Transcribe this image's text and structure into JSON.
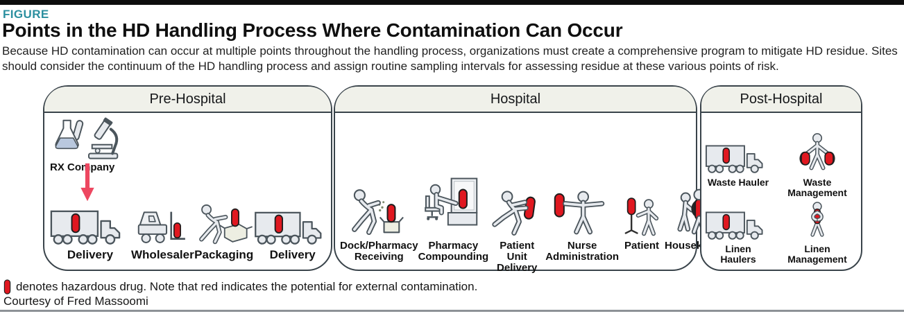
{
  "header": {
    "kicker": "FIGURE",
    "title": "Points in the HD Handling Process Where Contamination Can Occur",
    "description": "Because HD contamination can occur at multiple points throughout the handling process, organizations must create a comprehensive program to mitigate HD residue. Sites should consider the continuum of the HD handling process and assign routine sampling intervals for assessing residue at these various points of risk."
  },
  "panels": [
    {
      "title": "Pre-Hospital",
      "source": {
        "label": "RX Company",
        "icon": "flask-microscope-icon"
      },
      "items": [
        {
          "label": "Delivery",
          "icon": "delivery-truck-icon"
        },
        {
          "label": "Wholesaler",
          "icon": "forklift-icon"
        },
        {
          "label": "Packaging",
          "icon": "packing-box-icon"
        },
        {
          "label": "Delivery",
          "icon": "delivery-truck-icon"
        }
      ]
    },
    {
      "title": "Hospital",
      "items": [
        {
          "label": "Dock/Pharmacy\nReceiving",
          "icon": "receiving-box-icon"
        },
        {
          "label": "Pharmacy\nCompounding",
          "icon": "compounding-hood-icon"
        },
        {
          "label": "Patient Unit\nDelivery",
          "icon": "carrying-drug-icon"
        },
        {
          "label": "Nurse\nAdministration",
          "icon": "nurse-administering-icon"
        },
        {
          "label": "Patient",
          "icon": "iv-pole-patient-icon"
        },
        {
          "label": "Housekeeping",
          "icon": "housekeeping-group-icon"
        }
      ]
    },
    {
      "title": "Post-Hospital",
      "items": [
        {
          "label": "Waste Hauler",
          "icon": "delivery-truck-icon"
        },
        {
          "label": "Waste Management",
          "icon": "waste-bags-person-icon"
        },
        {
          "label": "Linen\nHaulers",
          "icon": "delivery-truck-icon"
        },
        {
          "label": "Linen\nManagement",
          "icon": "linen-bundle-person-icon"
        }
      ]
    }
  ],
  "footnote": {
    "legend_symbol": "hd-pill-icon",
    "legend": "denotes hazardous drug. Note that red indicates the potential for external contamination.",
    "credit": "Courtesy of Fred Massoomi"
  },
  "colors": {
    "accent_teal": "#2b8f9f",
    "hazard_red": "#e01820",
    "arrow_pink": "#ed4760",
    "panel_header_bg": "#f0f1ea",
    "panel_border": "#39434a",
    "icon_fill": "#e7eaee",
    "icon_stroke": "#4b555c"
  }
}
